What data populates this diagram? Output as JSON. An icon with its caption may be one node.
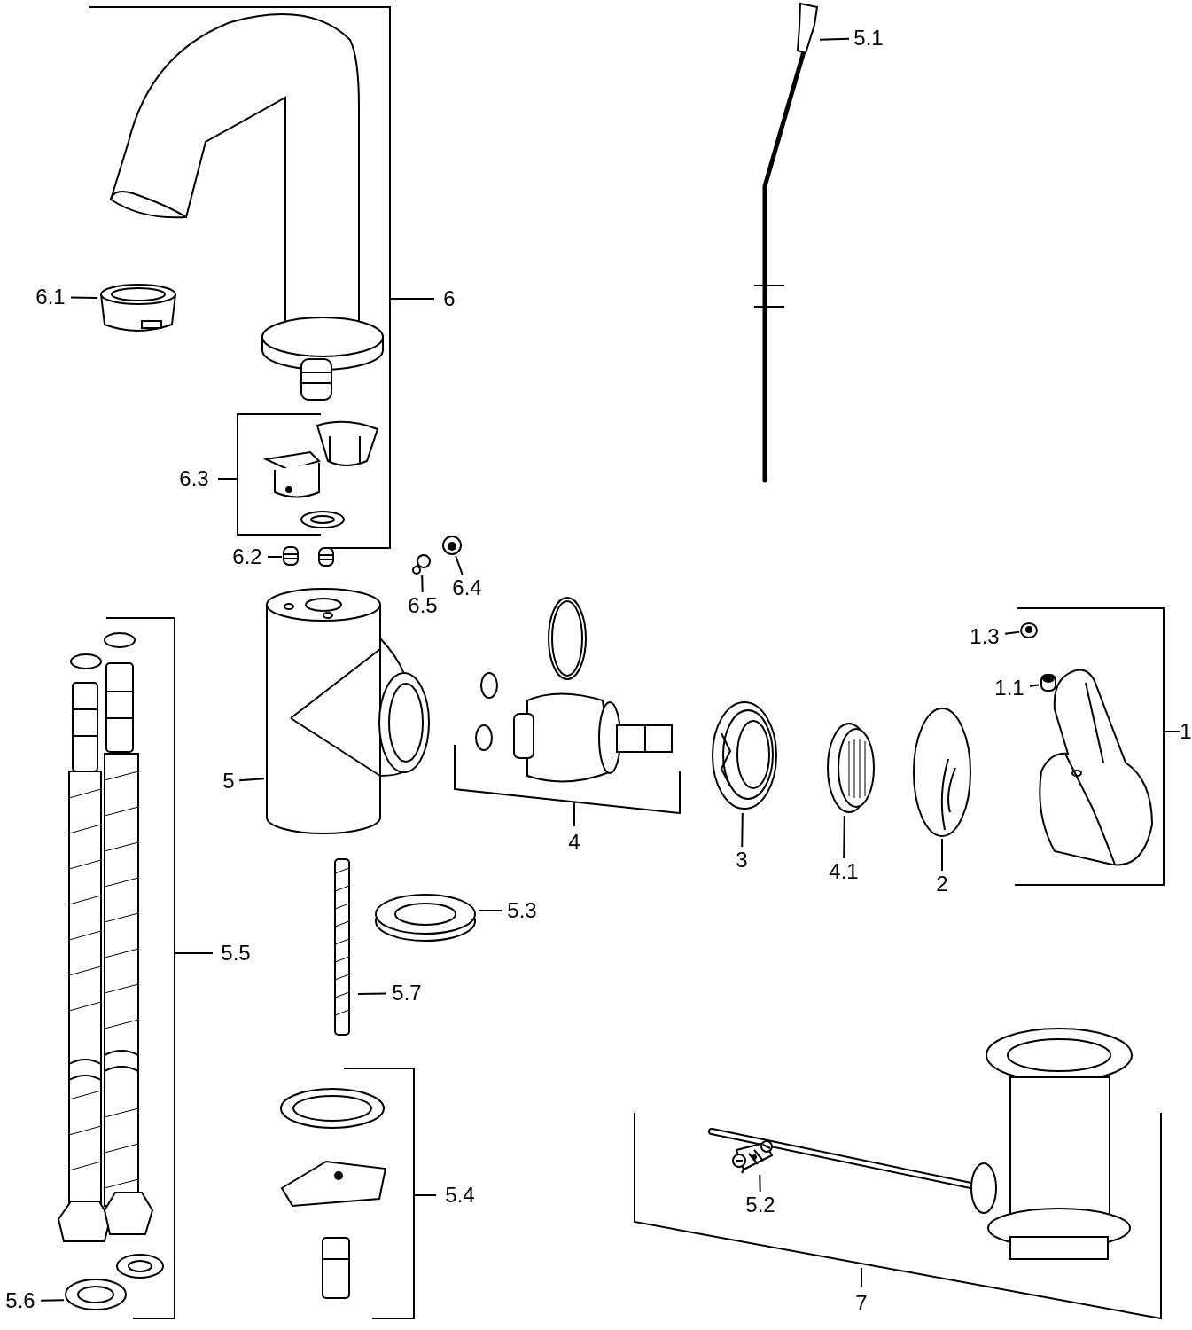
{
  "diagram": {
    "nodes": [
      {
        "text": [
          "5.1"
        ]
      },
      {
        "text": [],
        "shape": "picture"
      },
      {
        "text": [
          "6.1"
        ]
      },
      {
        "text": [],
        "shape": "picture"
      },
      {
        "text": [
          "6.2"
        ]
      },
      {
        "text": [],
        "shape": "picture"
      },
      {
        "text": [
          "6.5"
        ]
      },
      {
        "text": [],
        "shape": "picture"
      },
      {
        "text": [
          "6.4"
        ]
      },
      {
        "text": [],
        "shape": "picture"
      },
      {
        "text": [
          "1.3"
        ]
      },
      {
        "text": [],
        "shape": "picture"
      },
      {
        "text": [
          "1.1"
        ]
      },
      {
        "text": [],
        "shape": "picture"
      },
      {
        "text": [
          "5"
        ]
      },
      {
        "text": [],
        "shape": "picture"
      },
      {
        "text": [
          "3"
        ]
      },
      {
        "text": [],
        "shape": "picture"
      },
      {
        "text": [
          "4.1"
        ]
      },
      {
        "text": [],
        "shape": "picture"
      },
      {
        "text": [
          "2"
        ]
      },
      {
        "text": [],
        "shape": "picture"
      },
      {
        "text": [
          "5.3"
        ]
      },
      {
        "text": [],
        "shape": "picture"
      },
      {
        "text": [
          "5.7"
        ]
      },
      {
        "text": [],
        "shape": "picture"
      },
      {
        "text": [
          "5.2"
        ]
      },
      {
        "text": [],
        "shape": "picture"
      },
      {
        "text": [
          "5.6"
        ]
      },
      {
        "text": [],
        "shape": "picture"
      }
    ],
    "edges": [
      {
        "from": 0,
        "to": 1,
        "arrow": "none"
      },
      {
        "from": 2,
        "to": 3,
        "arrow": "none"
      },
      {
        "from": 4,
        "to": 5,
        "arrow": "none"
      },
      {
        "from": 6,
        "to": 7,
        "arrow": "none"
      },
      {
        "from": 8,
        "to": 9,
        "arrow": "none"
      },
      {
        "from": 10,
        "to": 11,
        "arrow": "none"
      },
      {
        "from": 12,
        "to": 13,
        "arrow": "none"
      },
      {
        "from": 14,
        "to": 15,
        "arrow": "none"
      },
      {
        "from": 16,
        "to": 17,
        "arrow": "none"
      },
      {
        "from": 18,
        "to": 19,
        "arrow": "none"
      },
      {
        "from": 20,
        "to": 21,
        "arrow": "none"
      },
      {
        "from": 22,
        "to": 23,
        "arrow": "none"
      },
      {
        "from": 24,
        "to": 25,
        "arrow": "none"
      },
      {
        "from": 26,
        "to": 27,
        "arrow": "none"
      },
      {
        "from": 28,
        "to": 29,
        "arrow": "none"
      }
    ],
    "labels": [
      "6",
      "6.3",
      "1",
      "4",
      "5.5",
      "5.4",
      "7"
    ]
  }
}
